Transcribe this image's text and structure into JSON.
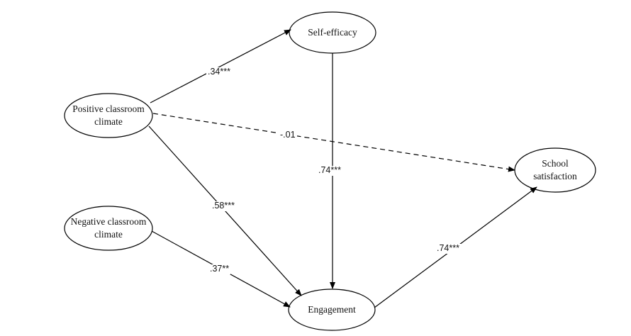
{
  "diagram": {
    "nodes": {
      "self_efficacy": "Self-efficacy",
      "positive_climate": "Positive classroom\nclimate",
      "negative_climate": "Negative classroom\nclimate",
      "engagement": "Engagement",
      "school_satisfaction": "School\nsatisfaction"
    },
    "paths": {
      "positive_to_self_efficacy": ".34***",
      "positive_to_satisfaction": "-.01",
      "self_efficacy_to_engagement": ".74***",
      "positive_to_engagement": ".58***",
      "negative_to_engagement": ".37**",
      "engagement_to_satisfaction": ".74***"
    },
    "line_color": "#000000",
    "direct_path_style": "dashed"
  }
}
